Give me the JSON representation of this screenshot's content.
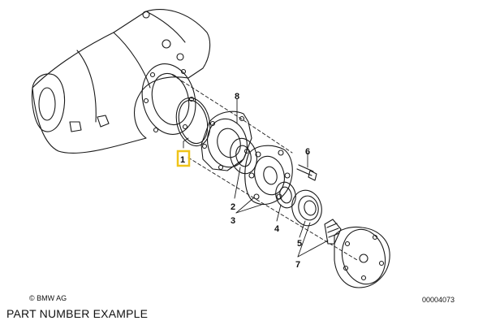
{
  "diagram": {
    "callouts": {
      "c1": "1",
      "c2": "2",
      "c3": "3",
      "c4": "4",
      "c5": "5",
      "c6": "6",
      "c7": "7",
      "c8": "8"
    },
    "highlight_color": "#f0c419",
    "copyright": "© BMW AG",
    "document_number": "00004073"
  },
  "caption": "PART NUMBER EXAMPLE"
}
